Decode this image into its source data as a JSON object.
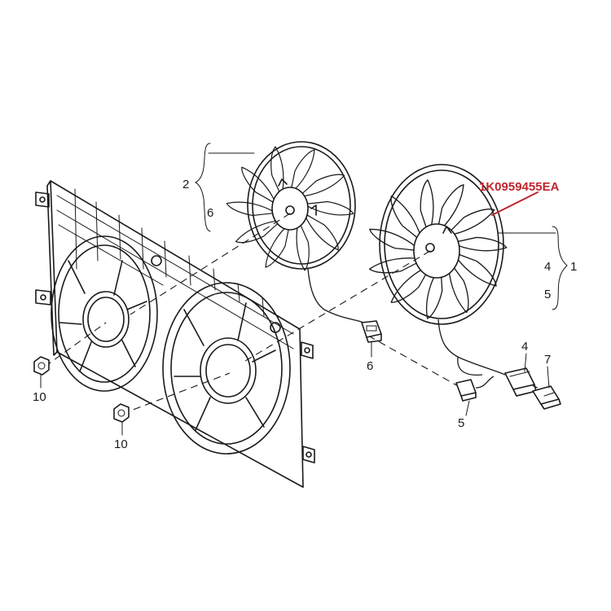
{
  "part_number": "1K0959455EA",
  "accent_color": "#c0262d",
  "labels": {
    "bracket_left_top": "2",
    "bracket_left_bottom": "6",
    "bracket_right_top": "4",
    "bracket_right_bottom": "5",
    "bracket_right_group": "1",
    "connector_left": "6",
    "connector_right_a": "4",
    "connector_right_b": "7",
    "connector_mid": "5",
    "nut_top": "10",
    "nut_bottom": "10"
  }
}
